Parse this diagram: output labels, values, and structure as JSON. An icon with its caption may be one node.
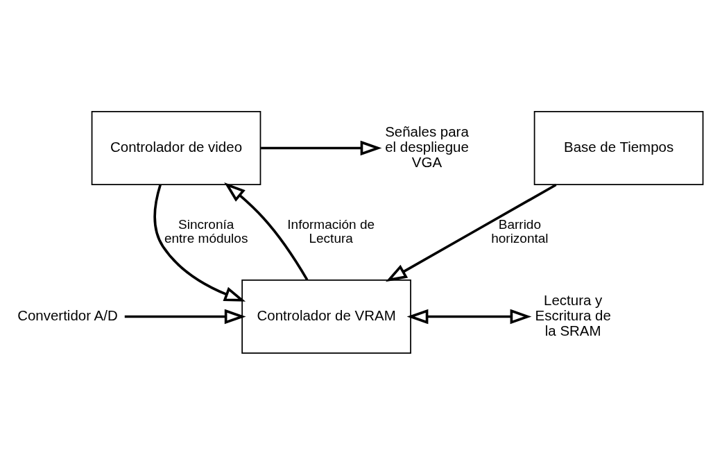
{
  "diagram": {
    "nodes": [
      {
        "text": [
          "Controlador de video"
        ]
      },
      {
        "text": [
          "Controlador de VRAM"
        ]
      },
      {
        "text": [
          "Base de Tiempos"
        ]
      },
      {
        "text": [
          "Señales para el despliegue VGA"
        ]
      },
      {
        "text": [
          "Convertidor A/D"
        ]
      },
      {
        "text": [
          "Lectura y Escritura de la SRAM"
        ]
      }
    ],
    "edges": [
      {
        "from": 0,
        "to": 3,
        "arrow": "to"
      },
      {
        "from": 1,
        "to": 0,
        "arrow": "to",
        "label": "Información de Lectura"
      },
      {
        "from": 0,
        "to": 1,
        "arrow": "to",
        "label": "Sincronía entre módulos"
      },
      {
        "from": 4,
        "to": 1,
        "arrow": "to"
      },
      {
        "from": 1,
        "to": 5,
        "arrow": "both"
      },
      {
        "from": 2,
        "to": 1,
        "arrow": "to",
        "label": "Barrido horizontal"
      }
    ]
  }
}
